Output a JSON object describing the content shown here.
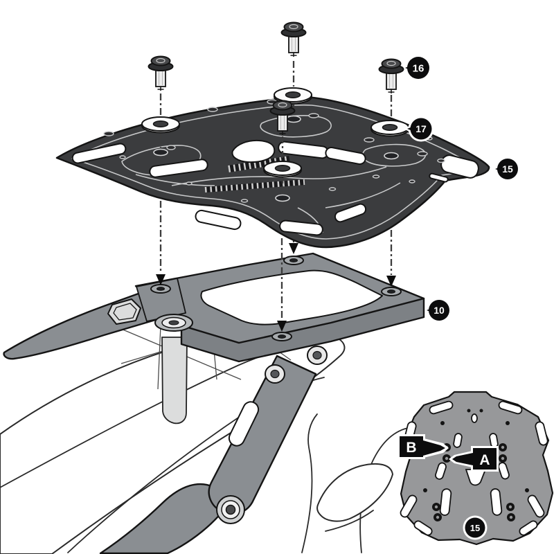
{
  "figure": {
    "type": "exploded-assembly-diagram",
    "callouts": {
      "screw": "16",
      "washer": "17",
      "plate": "15",
      "rack": "10"
    },
    "inset": {
      "position_b": "B",
      "position_a": "A",
      "plate_badge": "15"
    },
    "colors": {
      "background": "#ffffff",
      "plate_dark": "#3b3c3e",
      "plate_line": "#c9cacb",
      "rack_gray": "#8a8e92",
      "rack_face": "#7d8185",
      "light_part": "#dcdddd",
      "inset_gray": "#97989a",
      "outline": "#141414",
      "callout_bg": "#0c0c0d",
      "callout_text": "#ffffff"
    }
  }
}
